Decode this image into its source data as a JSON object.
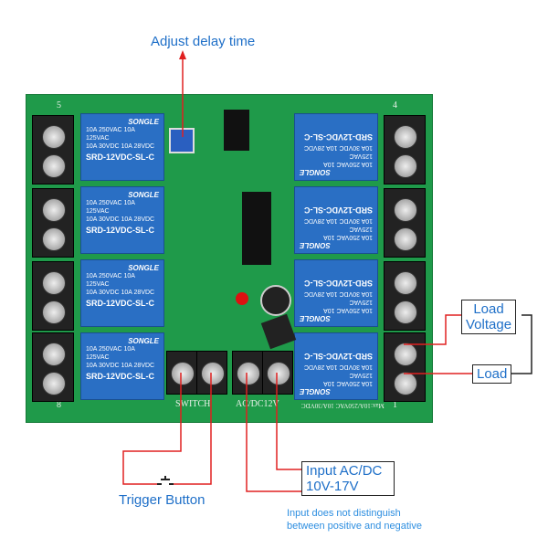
{
  "annotations": {
    "adjust_delay": "Adjust delay time",
    "load_voltage": [
      "Load",
      "Voltage"
    ],
    "load": "Load",
    "trigger_button": "Trigger Button",
    "input": [
      "Input AC/DC",
      "10V-17V"
    ],
    "input_note": [
      "Input does not distinguish",
      "between positive and negative"
    ]
  },
  "board": {
    "silk_switch": "SWITCH",
    "silk_power": "AC/DC12V",
    "silk_max": "Max:10A/250VAC 10A/30VDC",
    "corner_labels": [
      "5",
      "4",
      "8",
      "1"
    ],
    "relay": {
      "brand": "SONGLE",
      "line1": "10A 250VAC  10A 125VAC",
      "line2": "10A 30VDC  10A 28VDC",
      "model": "SRD-12VDC-SL-C"
    }
  },
  "colors": {
    "board": "#1f9a4a",
    "relay": "#2a6fc4",
    "wire": "#e02020",
    "label": "#1e6fc8"
  }
}
